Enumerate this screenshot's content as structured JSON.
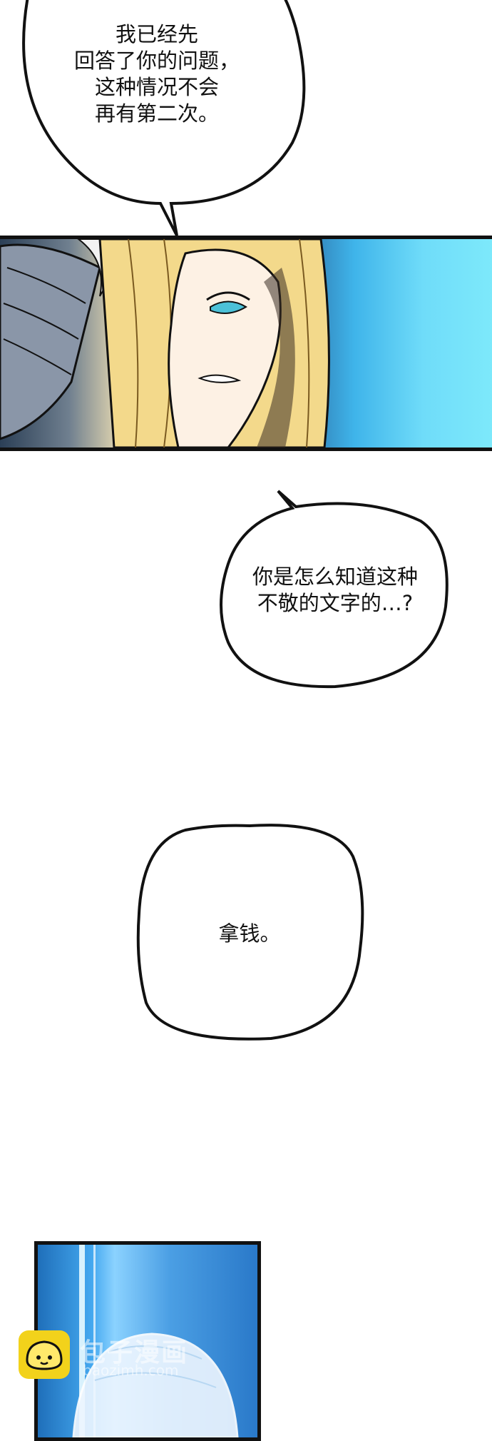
{
  "bubbles": {
    "first": "我已经先\n回答了你的问题，\n这种情况不会\n再有第二次。",
    "second": "你是怎么知道这种\n不敬的文字的…?",
    "third": "拿钱。"
  },
  "watermark": {
    "name": "包子漫画",
    "site": "baozimh.com"
  }
}
